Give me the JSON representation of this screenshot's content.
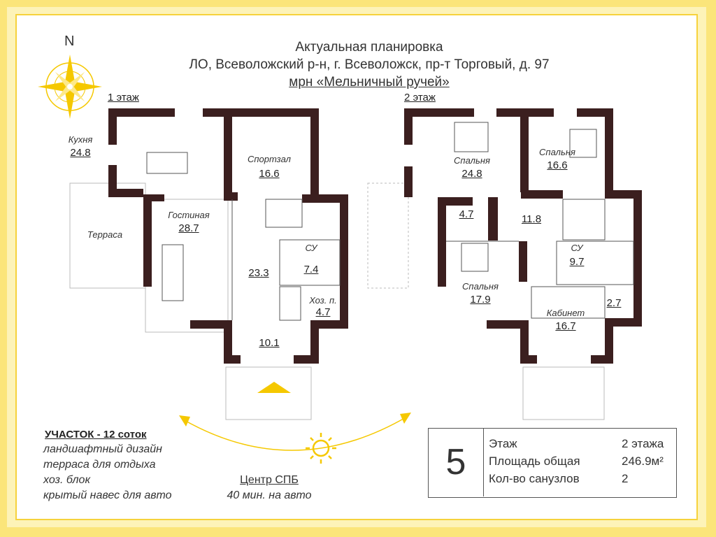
{
  "header": {
    "line1": "Актуальная планировка",
    "line2": "ЛО, Всеволожский р-н, г. Всеволожск, пр-т Торговый, д. 97",
    "line3": "мрн «Мельничный ручей»"
  },
  "compass": {
    "north_label": "N",
    "icon": "compass-rose-icon"
  },
  "floor1": {
    "label": "1 этаж",
    "rooms": [
      {
        "name": "Кухня",
        "area": "24.8"
      },
      {
        "name": "Спортзал",
        "area": "16.6"
      },
      {
        "name": "Гостиная",
        "area": "28.7"
      },
      {
        "name": "Терраса",
        "area": ""
      },
      {
        "name": "",
        "area": "23.3"
      },
      {
        "name": "СУ",
        "area": "7.4"
      },
      {
        "name": "Хоз. п.",
        "area": "4.7"
      },
      {
        "name": "",
        "area": "10.1"
      }
    ]
  },
  "floor2": {
    "label": "2 этаж",
    "rooms": [
      {
        "name": "Спальня",
        "area": "24.8"
      },
      {
        "name": "Спальня",
        "area": "16.6"
      },
      {
        "name": "",
        "area": "4.7"
      },
      {
        "name": "",
        "area": "11.8"
      },
      {
        "name": "СУ",
        "area": "9.7"
      },
      {
        "name": "Спальня",
        "area": "17.9"
      },
      {
        "name": "Кабинет",
        "area": "16.7"
      },
      {
        "name": "",
        "area": "2.7"
      }
    ]
  },
  "plot": {
    "title": "УЧАСТОК - 12 соток",
    "items": [
      "ландшафтный дизайн",
      "терраса для отдыха",
      "хоз. блок",
      "крытый навес для авто"
    ]
  },
  "center": {
    "title": "Центр СПБ",
    "subtitle": "40 мин. на авто"
  },
  "info": {
    "number": "5",
    "rows": [
      {
        "label": "Этаж",
        "value": "2 этажа"
      },
      {
        "label": "Площадь общая",
        "value": "246.9м²"
      },
      {
        "label": "Кол-во санузлов",
        "value": "2"
      }
    ]
  },
  "colors": {
    "wall": "#3b1f1f",
    "accent": "#f6d23c",
    "sun": "#f5c800",
    "frame": "#fbe57a"
  }
}
